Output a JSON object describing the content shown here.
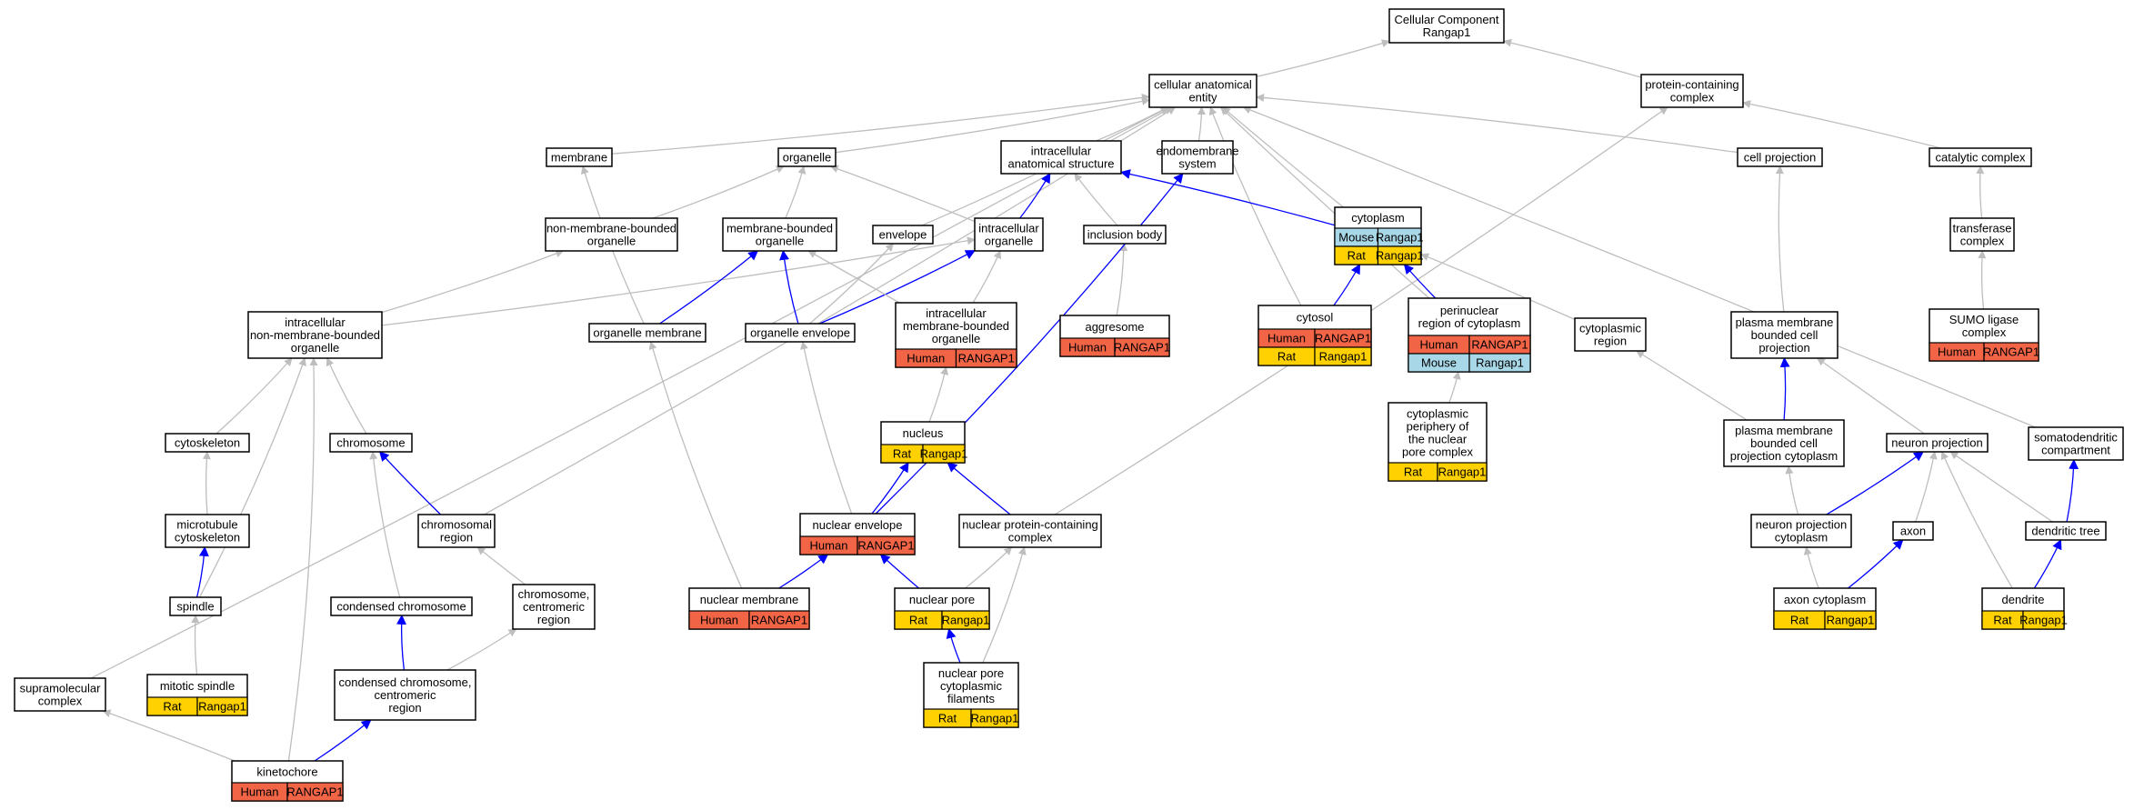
{
  "colors": {
    "human": "#F26446",
    "rat": "#FFD100",
    "mouse": "#A8D8E8",
    "edge_is_a": "#BEBEBE",
    "edge_part_of": "#0000FF"
  },
  "nodes": {
    "root": {
      "lines": [
        "Cellular Component",
        "Rangap1"
      ]
    },
    "cellular_anatomical_entity": {
      "lines": [
        "cellular anatomical",
        "entity"
      ]
    },
    "protein_containing_complex": {
      "lines": [
        "protein-containing",
        "complex"
      ]
    },
    "membrane": {
      "lines": [
        "membrane"
      ]
    },
    "organelle": {
      "lines": [
        "organelle"
      ]
    },
    "intracellular_anatomical_structure": {
      "lines": [
        "intracellular",
        "anatomical structure"
      ]
    },
    "endomembrane_system": {
      "lines": [
        "endomembrane",
        "system"
      ]
    },
    "cell_projection": {
      "lines": [
        "cell projection"
      ]
    },
    "catalytic_complex": {
      "lines": [
        "catalytic complex"
      ]
    },
    "cytoplasm": {
      "lines": [
        "cytoplasm"
      ],
      "annotations": [
        [
          "Mouse",
          "Rangap1"
        ],
        [
          "Rat",
          "Rangap1"
        ]
      ]
    },
    "non_membrane_bounded_organelle": {
      "lines": [
        "non-membrane-bounded",
        "organelle"
      ]
    },
    "membrane_bounded_organelle": {
      "lines": [
        "membrane-bounded",
        "organelle"
      ]
    },
    "envelope": {
      "lines": [
        "envelope"
      ]
    },
    "intracellular_organelle": {
      "lines": [
        "intracellular",
        "organelle"
      ]
    },
    "inclusion_body": {
      "lines": [
        "inclusion body"
      ]
    },
    "transferase_complex": {
      "lines": [
        "transferase",
        "complex"
      ]
    },
    "intracellular_nmb_organelle": {
      "lines": [
        "intracellular",
        "non-membrane-bounded",
        "organelle"
      ]
    },
    "organelle_membrane": {
      "lines": [
        "organelle membrane"
      ]
    },
    "organelle_envelope": {
      "lines": [
        "organelle envelope"
      ]
    },
    "intracellular_mb_organelle": {
      "lines": [
        "intracellular",
        "membrane-bounded",
        "organelle"
      ],
      "annotations": [
        [
          "Human",
          "RANGAP1"
        ]
      ]
    },
    "aggresome": {
      "lines": [
        "aggresome"
      ],
      "annotations": [
        [
          "Human",
          "RANGAP1"
        ]
      ]
    },
    "cytosol": {
      "lines": [
        "cytosol"
      ],
      "annotations": [
        [
          "Human",
          "RANGAP1"
        ],
        [
          "Rat",
          "Rangap1"
        ]
      ]
    },
    "perinuclear_region": {
      "lines": [
        "perinuclear",
        "region of cytoplasm"
      ],
      "annotations": [
        [
          "Human",
          "RANGAP1"
        ],
        [
          "Mouse",
          "Rangap1"
        ]
      ]
    },
    "cytoplasmic_region": {
      "lines": [
        "cytoplasmic",
        "region"
      ]
    },
    "pm_bounded_cell_projection": {
      "lines": [
        "plasma membrane",
        "bounded cell",
        "projection"
      ]
    },
    "sumo_ligase_complex": {
      "lines": [
        "SUMO ligase",
        "complex"
      ],
      "annotations": [
        [
          "Human",
          "RANGAP1"
        ]
      ]
    },
    "cytoskeleton": {
      "lines": [
        "cytoskeleton"
      ]
    },
    "chromosome": {
      "lines": [
        "chromosome"
      ]
    },
    "nucleus": {
      "lines": [
        "nucleus"
      ],
      "annotations": [
        [
          "Rat",
          "Rangap1"
        ]
      ]
    },
    "cyto_periphery_npc": {
      "lines": [
        "cytoplasmic",
        "periphery of",
        "the nuclear",
        "pore complex"
      ],
      "annotations": [
        [
          "Rat",
          "Rangap1"
        ]
      ]
    },
    "pm_bounded_cell_projection_cytoplasm": {
      "lines": [
        "plasma membrane",
        "bounded cell",
        "projection cytoplasm"
      ]
    },
    "neuron_projection": {
      "lines": [
        "neuron projection"
      ]
    },
    "somatodendritic_compartment": {
      "lines": [
        "somatodendritic",
        "compartment"
      ]
    },
    "microtubule_cytoskeleton": {
      "lines": [
        "microtubule",
        "cytoskeleton"
      ]
    },
    "chromosomal_region": {
      "lines": [
        "chromosomal",
        "region"
      ]
    },
    "nuclear_envelope": {
      "lines": [
        "nuclear envelope"
      ],
      "annotations": [
        [
          "Human",
          "RANGAP1"
        ]
      ]
    },
    "nuclear_protein_containing_complex": {
      "lines": [
        "nuclear protein-containing",
        "complex"
      ]
    },
    "neuron_projection_cytoplasm": {
      "lines": [
        "neuron projection",
        "cytoplasm"
      ]
    },
    "axon": {
      "lines": [
        "axon"
      ]
    },
    "dendritic_tree": {
      "lines": [
        "dendritic tree"
      ]
    },
    "spindle": {
      "lines": [
        "spindle"
      ]
    },
    "condensed_chromosome": {
      "lines": [
        "condensed chromosome"
      ]
    },
    "chromosome_centromeric_region": {
      "lines": [
        "chromosome,",
        "centromeric",
        "region"
      ]
    },
    "nuclear_membrane": {
      "lines": [
        "nuclear membrane"
      ],
      "annotations": [
        [
          "Human",
          "RANGAP1"
        ]
      ]
    },
    "nuclear_pore": {
      "lines": [
        "nuclear pore"
      ],
      "annotations": [
        [
          "Rat",
          "Rangap1"
        ]
      ]
    },
    "axon_cytoplasm": {
      "lines": [
        "axon cytoplasm"
      ],
      "annotations": [
        [
          "Rat",
          "Rangap1"
        ]
      ]
    },
    "dendrite": {
      "lines": [
        "dendrite"
      ],
      "annotations": [
        [
          "Rat",
          "Rangap1"
        ]
      ]
    },
    "mitotic_spindle": {
      "lines": [
        "mitotic spindle"
      ],
      "annotations": [
        [
          "Rat",
          "Rangap1"
        ]
      ]
    },
    "condensed_chromosome_centromeric_region": {
      "lines": [
        "condensed chromosome,",
        "centromeric",
        "region"
      ]
    },
    "nuclear_pore_cytoplasmic_filaments": {
      "lines": [
        "nuclear pore",
        "cytoplasmic",
        "filaments"
      ],
      "annotations": [
        [
          "Rat",
          "Rangap1"
        ]
      ]
    },
    "supramolecular_complex": {
      "lines": [
        "supramolecular",
        "complex"
      ]
    },
    "kinetochore": {
      "lines": [
        "kinetochore"
      ],
      "annotations": [
        [
          "Human",
          "RANGAP1"
        ]
      ]
    }
  },
  "edges": [
    {
      "from": "cellular_anatomical_entity",
      "to": "root",
      "type": "is_a"
    },
    {
      "from": "protein_containing_complex",
      "to": "root",
      "type": "is_a"
    },
    {
      "from": "membrane",
      "to": "cellular_anatomical_entity",
      "type": "is_a"
    },
    {
      "from": "organelle",
      "to": "cellular_anatomical_entity",
      "type": "is_a"
    },
    {
      "from": "intracellular_anatomical_structure",
      "to": "cellular_anatomical_entity",
      "type": "is_a"
    },
    {
      "from": "endomembrane_system",
      "to": "cellular_anatomical_entity",
      "type": "is_a"
    },
    {
      "from": "cell_projection",
      "to": "cellular_anatomical_entity",
      "type": "is_a"
    },
    {
      "from": "cytoplasm",
      "to": "cellular_anatomical_entity",
      "type": "is_a"
    },
    {
      "from": "envelope",
      "to": "cellular_anatomical_entity",
      "type": "is_a"
    },
    {
      "from": "cytosol",
      "to": "cellular_anatomical_entity",
      "type": "is_a"
    },
    {
      "from": "perinuclear_region",
      "to": "cellular_anatomical_entity",
      "type": "is_a"
    },
    {
      "from": "chromosomal_region",
      "to": "cellular_anatomical_entity",
      "type": "is_a"
    },
    {
      "from": "supramolecular_complex",
      "to": "cellular_anatomical_entity",
      "type": "is_a"
    },
    {
      "from": "somatodendritic_compartment",
      "to": "cellular_anatomical_entity",
      "type": "is_a"
    },
    {
      "from": "catalytic_complex",
      "to": "protein_containing_complex",
      "type": "is_a"
    },
    {
      "from": "nuclear_protein_containing_complex",
      "to": "protein_containing_complex",
      "type": "is_a"
    },
    {
      "from": "cytoplasm",
      "to": "intracellular_anatomical_structure",
      "type": "part_of"
    },
    {
      "from": "intracellular_organelle",
      "to": "intracellular_anatomical_structure",
      "type": "part_of"
    },
    {
      "from": "inclusion_body",
      "to": "intracellular_anatomical_structure",
      "type": "is_a"
    },
    {
      "from": "non_membrane_bounded_organelle",
      "to": "organelle",
      "type": "is_a"
    },
    {
      "from": "membrane_bounded_organelle",
      "to": "organelle",
      "type": "is_a"
    },
    {
      "from": "intracellular_organelle",
      "to": "organelle",
      "type": "is_a"
    },
    {
      "from": "transferase_complex",
      "to": "catalytic_complex",
      "type": "is_a"
    },
    {
      "from": "sumo_ligase_complex",
      "to": "transferase_complex",
      "type": "is_a"
    },
    {
      "from": "intracellular_nmb_organelle",
      "to": "non_membrane_bounded_organelle",
      "type": "is_a"
    },
    {
      "from": "intracellular_nmb_organelle",
      "to": "intracellular_organelle",
      "type": "is_a"
    },
    {
      "from": "organelle_membrane",
      "to": "membrane",
      "type": "is_a"
    },
    {
      "from": "organelle_membrane",
      "to": "membrane_bounded_organelle",
      "type": "part_of"
    },
    {
      "from": "organelle_envelope",
      "to": "envelope",
      "type": "is_a"
    },
    {
      "from": "organelle_envelope",
      "to": "membrane_bounded_organelle",
      "type": "part_of"
    },
    {
      "from": "organelle_envelope",
      "to": "intracellular_organelle",
      "type": "part_of"
    },
    {
      "from": "intracellular_mb_organelle",
      "to": "membrane_bounded_organelle",
      "type": "is_a"
    },
    {
      "from": "intracellular_mb_organelle",
      "to": "intracellular_organelle",
      "type": "is_a"
    },
    {
      "from": "aggresome",
      "to": "inclusion_body",
      "type": "is_a"
    },
    {
      "from": "cytosol",
      "to": "cytoplasm",
      "type": "part_of"
    },
    {
      "from": "perinuclear_region",
      "to": "cytoplasm",
      "type": "part_of"
    },
    {
      "from": "cytoplasmic_region",
      "to": "cytoplasm",
      "type": "is_a"
    },
    {
      "from": "pm_bounded_cell_projection",
      "to": "cell_projection",
      "type": "is_a"
    },
    {
      "from": "cytoskeleton",
      "to": "intracellular_nmb_organelle",
      "type": "is_a"
    },
    {
      "from": "chromosome",
      "to": "intracellular_nmb_organelle",
      "type": "is_a"
    },
    {
      "from": "spindle",
      "to": "intracellular_nmb_organelle",
      "type": "is_a"
    },
    {
      "from": "kinetochore",
      "to": "intracellular_nmb_organelle",
      "type": "is_a"
    },
    {
      "from": "nucleus",
      "to": "intracellular_mb_organelle",
      "type": "is_a"
    },
    {
      "from": "cyto_periphery_npc",
      "to": "perinuclear_region",
      "type": "is_a"
    },
    {
      "from": "pm_bounded_cell_projection_cytoplasm",
      "to": "cytoplasmic_region",
      "type": "is_a"
    },
    {
      "from": "pm_bounded_cell_projection_cytoplasm",
      "to": "pm_bounded_cell_projection",
      "type": "part_of"
    },
    {
      "from": "neuron_projection",
      "to": "pm_bounded_cell_projection",
      "type": "is_a"
    },
    {
      "from": "microtubule_cytoskeleton",
      "to": "cytoskeleton",
      "type": "is_a"
    },
    {
      "from": "chromosomal_region",
      "to": "chromosome",
      "type": "part_of"
    },
    {
      "from": "nuclear_envelope",
      "to": "organelle_envelope",
      "type": "is_a"
    },
    {
      "from": "nuclear_envelope",
      "to": "nucleus",
      "type": "part_of"
    },
    {
      "from": "nuclear_envelope",
      "to": "endomembrane_system",
      "type": "part_of"
    },
    {
      "from": "nuclear_protein_containing_complex",
      "to": "nucleus",
      "type": "part_of"
    },
    {
      "from": "neuron_projection_cytoplasm",
      "to": "pm_bounded_cell_projection_cytoplasm",
      "type": "is_a"
    },
    {
      "from": "neuron_projection_cytoplasm",
      "to": "neuron_projection",
      "type": "part_of"
    },
    {
      "from": "axon",
      "to": "neuron_projection",
      "type": "is_a"
    },
    {
      "from": "dendritic_tree",
      "to": "neuron_projection",
      "type": "is_a"
    },
    {
      "from": "dendritic_tree",
      "to": "somatodendritic_compartment",
      "type": "part_of"
    },
    {
      "from": "spindle",
      "to": "microtubule_cytoskeleton",
      "type": "part_of"
    },
    {
      "from": "condensed_chromosome",
      "to": "chromosome",
      "type": "is_a"
    },
    {
      "from": "chromosome_centromeric_region",
      "to": "chromosomal_region",
      "type": "is_a"
    },
    {
      "from": "nuclear_membrane",
      "to": "organelle_membrane",
      "type": "is_a"
    },
    {
      "from": "nuclear_membrane",
      "to": "nuclear_envelope",
      "type": "part_of"
    },
    {
      "from": "nuclear_pore",
      "to": "nuclear_envelope",
      "type": "part_of"
    },
    {
      "from": "nuclear_pore",
      "to": "nuclear_protein_containing_complex",
      "type": "is_a"
    },
    {
      "from": "axon_cytoplasm",
      "to": "neuron_projection_cytoplasm",
      "type": "is_a"
    },
    {
      "from": "axon_cytoplasm",
      "to": "axon",
      "type": "part_of"
    },
    {
      "from": "dendrite",
      "to": "neuron_projection",
      "type": "is_a"
    },
    {
      "from": "dendrite",
      "to": "dendritic_tree",
      "type": "part_of"
    },
    {
      "from": "mitotic_spindle",
      "to": "spindle",
      "type": "is_a"
    },
    {
      "from": "condensed_chromosome_centromeric_region",
      "to": "condensed_chromosome",
      "type": "part_of"
    },
    {
      "from": "condensed_chromosome_centromeric_region",
      "to": "chromosome_centromeric_region",
      "type": "is_a"
    },
    {
      "from": "nuclear_pore_cytoplasmic_filaments",
      "to": "nuclear_pore",
      "type": "part_of"
    },
    {
      "from": "nuclear_pore_cytoplasmic_filaments",
      "to": "nuclear_protein_containing_complex",
      "type": "is_a"
    },
    {
      "from": "kinetochore",
      "to": "condensed_chromosome_centromeric_region",
      "type": "part_of"
    },
    {
      "from": "kinetochore",
      "to": "supramolecular_complex",
      "type": "is_a"
    }
  ]
}
